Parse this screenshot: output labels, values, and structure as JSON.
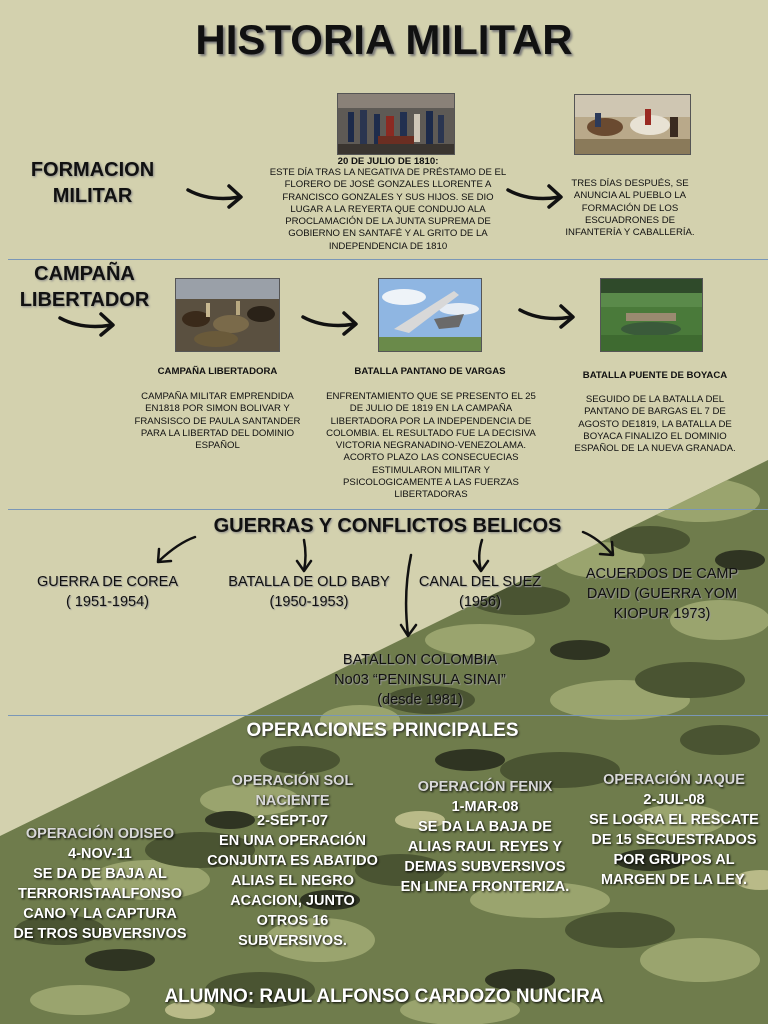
{
  "title": "HISTORIA MILITAR",
  "formacion": {
    "heading_line1": "FORMACION",
    "heading_line2": "MILITAR",
    "event1": {
      "date": "20 DE JULIO DE 1810:",
      "text": "ESTE DÍA TRAS LA NEGATIVA DE PRÉSTAMO DE EL FLORERO DE JOSÉ GONZALES LLORENTE  A FRANCISCO GONZALES Y SUS HIJOS. SE DIO LUGAR A LA REYERTA QUE CONDUJO ALA PROCLAMACIÓN DE LA JUNTA SUPREMA  DE GOBIERNO EN SANTAFÉ Y AL GRITO DE LA INDEPENDENCIA DE 1810"
    },
    "event2": {
      "text": "TRES DÍAS DESPUÉS, SE ANUNCIA AL PUEBLO LA FORMACIÓN DE LOS ESCUADRONES DE INFANTERÍA Y CABALLERÍA."
    }
  },
  "campana": {
    "heading_line1": "CAMPAÑA",
    "heading_line2": "LIBERTADOR",
    "items": [
      {
        "title": "CAMPAÑA LIBERTADORA",
        "text": "CAMPAÑA MILITAR EMPRENDIDA EN1818 POR SIMON BOLIVAR Y FRANSISCO DE PAULA SANTANDER PARA LA LIBERTAD DEL DOMINIO ESPAÑOL"
      },
      {
        "title": "BATALLA PANTANO DE VARGAS",
        "text": "ENFRENTAMIENTO  QUE SE PRESENTO EL 25 DE JULIO DE 1819 EN LA CAMPAÑA LIBERTADORA POR LA INDEPENDENCIA DE COLOMBIA. EL RESULTADO FUE LA DECISIVA VICTORIA NEGRANADINO-VENEZOLAMA. ACORTO PLAZO LAS CONSECUECIAS ESTIMULARON MILITAR Y PSICOLOGICAMENTE A LAS FUERZAS LIBERTADORAS"
      },
      {
        "title": "BATALLA PUENTE DE BOYACA",
        "text": "SEGUIDO DE LA BATALLA DEL PANTANO DE BARGAS EL 7 DE AGOSTO DE1819, LA BATALLA DE BOYACA FINALIZO EL DOMINIO ESPAÑOL DE LA NUEVA GRANADA."
      }
    ]
  },
  "guerras": {
    "heading": "GUERRAS Y CONFLICTOS BELICOS",
    "corea": {
      "line1": "GUERRA DE COREA",
      "line2": "( 1951-1954)"
    },
    "oldbaby": {
      "line1": "BATALLA DE OLD BABY",
      "line2": "(1950-1953)"
    },
    "suez": {
      "line1": "CANAL DEL SUEZ",
      "line2": "(1956)"
    },
    "camp": {
      "line1": "ACUERDOS DE CAMP",
      "line2": "DAVID  (GUERRA YOM",
      "line3": "KIOPUR 1973)"
    },
    "batallon": {
      "line1": "BATALLON COLOMBIA",
      "line2": "No03 “PENINSULA SINAI”",
      "line3": "(desde 1981)"
    }
  },
  "operaciones": {
    "heading": "OPERACIONES PRINCIPALES",
    "odiseo": {
      "name": "OPERACIÓN ODISEO",
      "date": "4-NOV-11",
      "text": [
        "SE DA DE BAJA AL",
        "TERRORISTAALFONSO",
        "CANO Y LA CAPTURA",
        "DE TROS SUBVERSIVOS"
      ]
    },
    "sol": {
      "name1": "OPERACIÓN SOL",
      "name2": "NACIENTE",
      "date": "2-SEPT-07",
      "text": [
        "EN UNA OPERACIÓN",
        "CONJUNTA ES ABATIDO",
        "ALIAS EL NEGRO",
        "ACACION, JUNTO",
        "OTROS 16",
        "SUBVERSIVOS."
      ]
    },
    "fenix": {
      "name": "OPERACIÓN FENIX",
      "date": "1-MAR-08",
      "text": [
        "SE DA LA BAJA DE",
        "ALIAS RAUL REYES Y",
        "DEMAS SUBVERSIVOS",
        "EN LINEA FRONTERIZA."
      ]
    },
    "jaque": {
      "name": "OPERACIÓN JAQUE",
      "date": "2-JUL-08",
      "text": [
        "SE LOGRA EL RESCATE",
        "DE 15 SECUESTRADOS",
        "POR GRUPOS AL",
        "MARGEN DE LA LEY."
      ]
    }
  },
  "alumno": "ALUMNO: RAUL ALFONSO CARDOZO NUNCIRA",
  "colors": {
    "background": "#d3d1ae",
    "camo_base": "#6b7a4a",
    "divider": "#7a97b7"
  }
}
